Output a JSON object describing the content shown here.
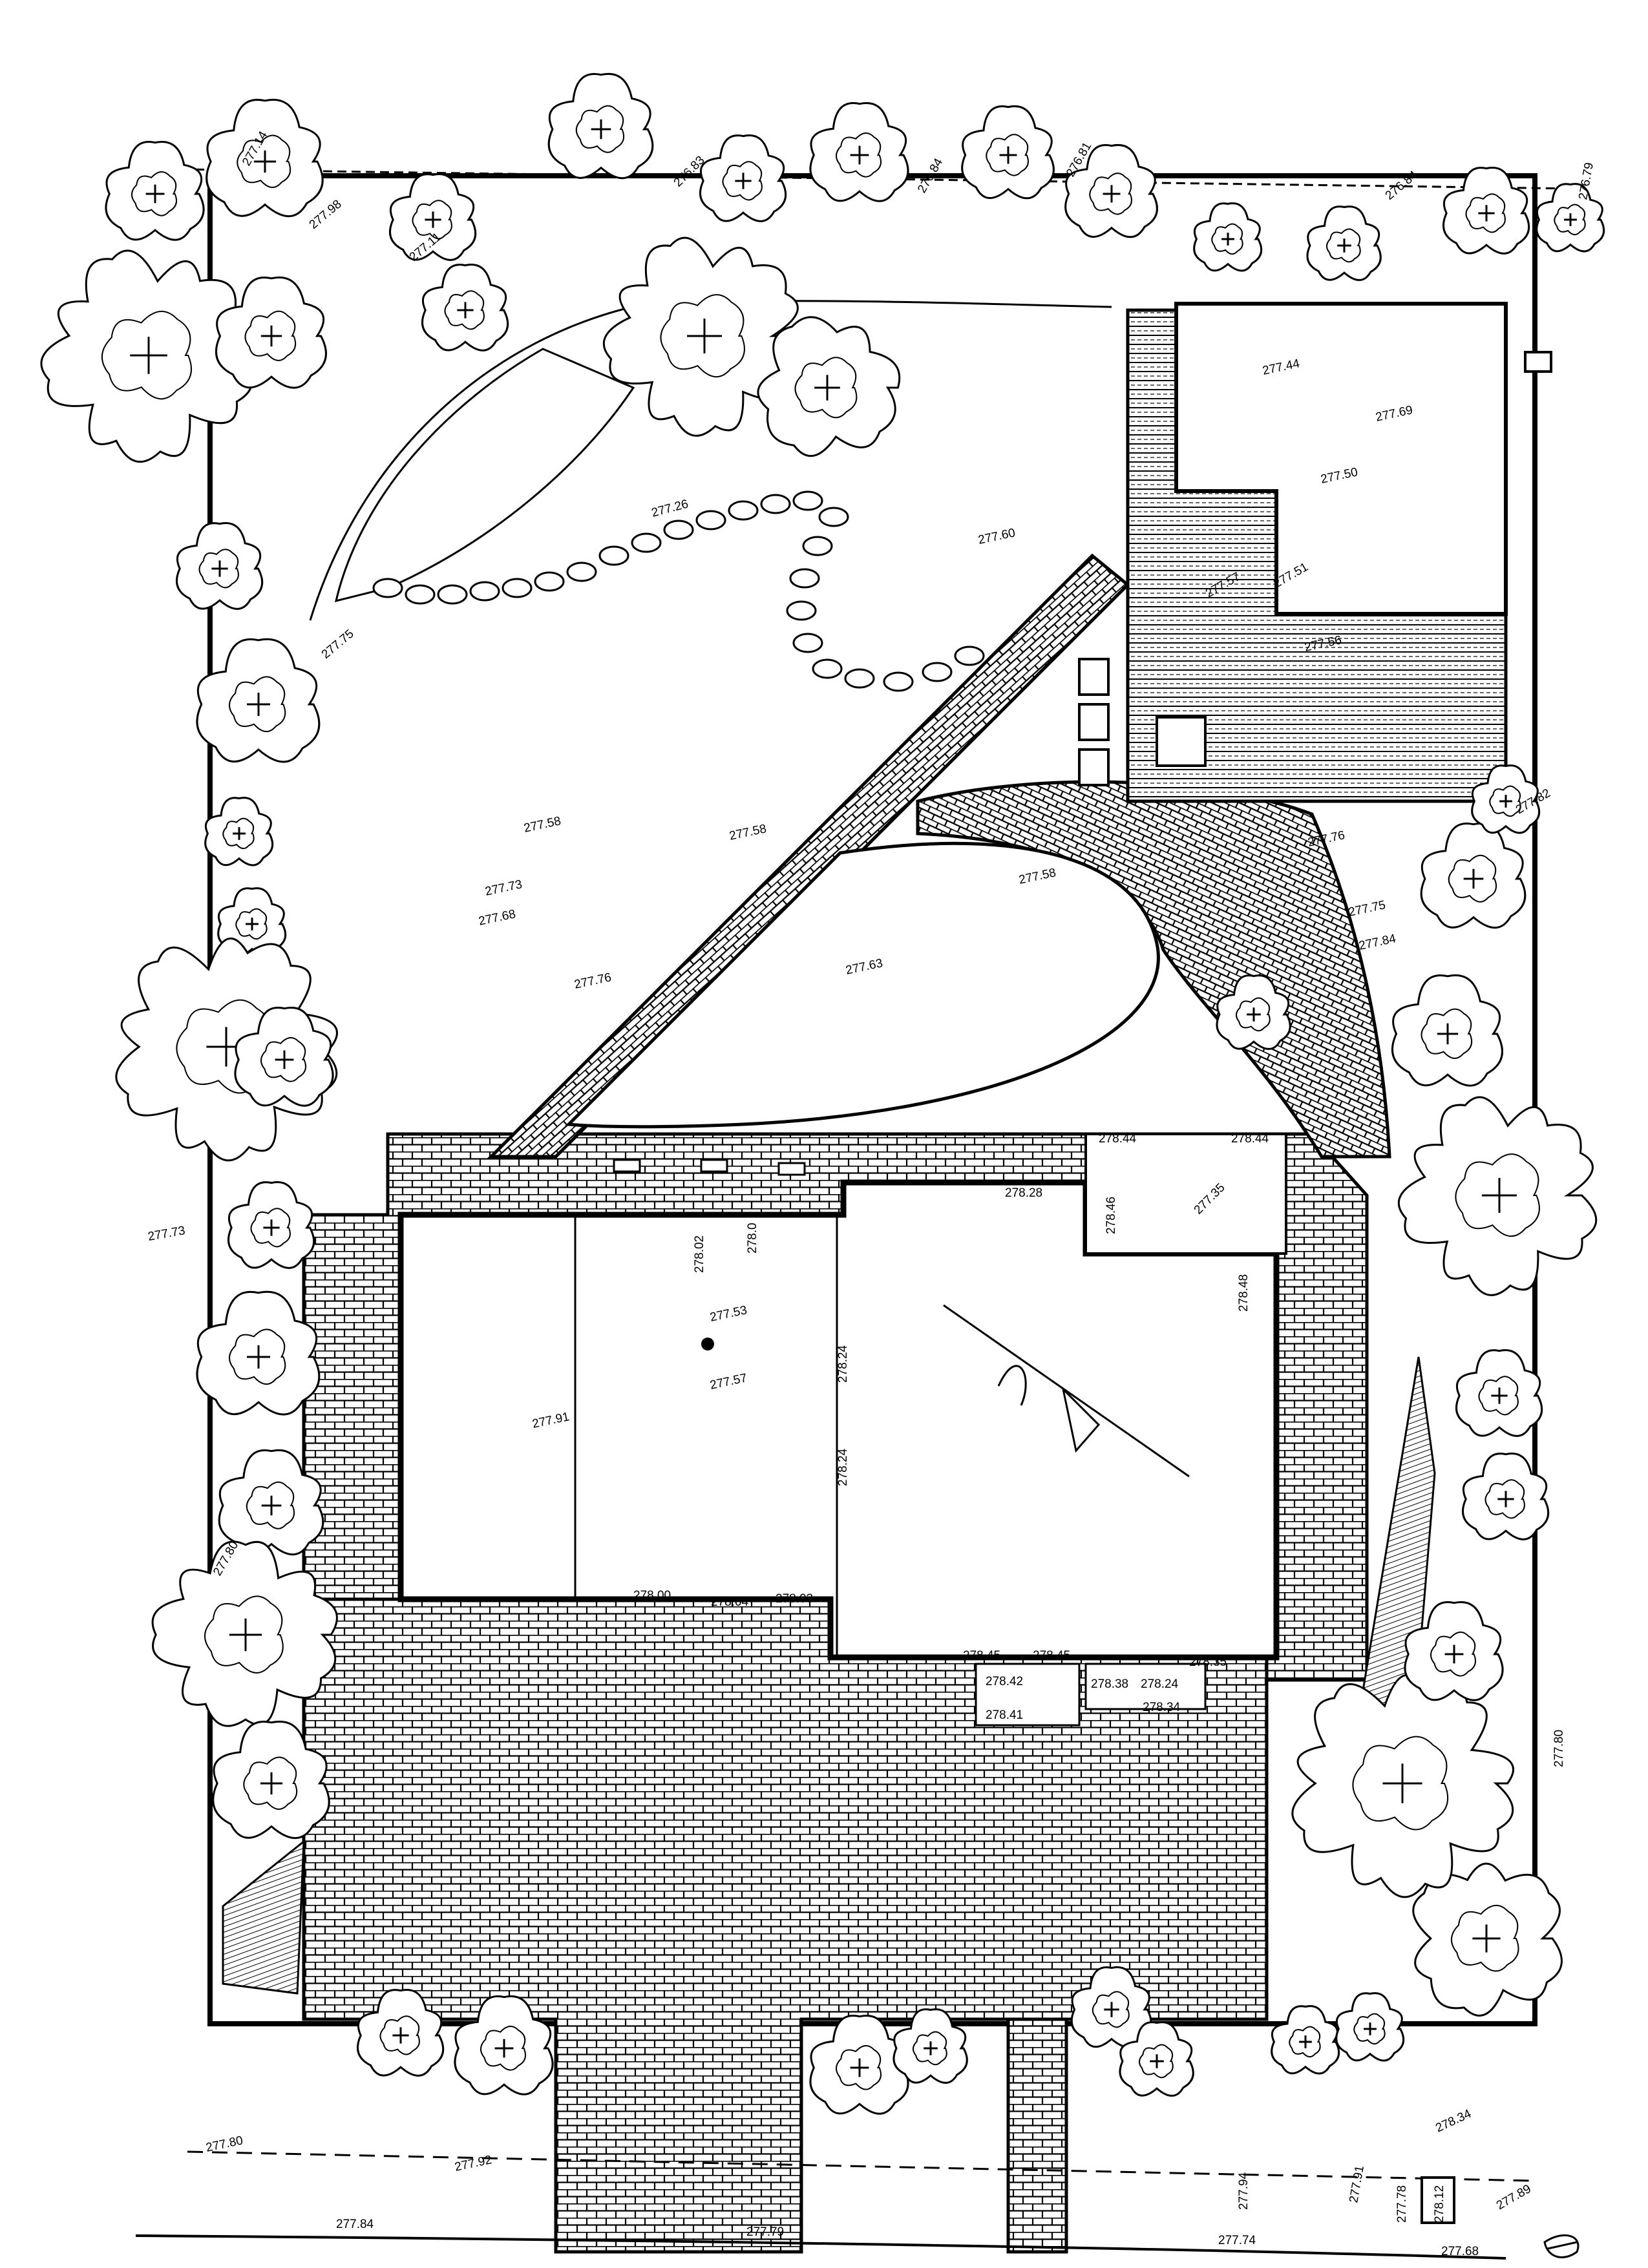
{
  "plan": {
    "elevations": {
      "garden": [
        "277.60",
        "277.58",
        "277.73",
        "277.68",
        "277.76",
        "277.58",
        "277.63",
        "277.58",
        "277.75",
        "277.26"
      ],
      "patio": [
        "277.44",
        "277.69",
        "277.50",
        "277.57",
        "277.51",
        "277.56"
      ],
      "east_lawn": [
        "277.76",
        "277.75",
        "277.84",
        "277.82"
      ],
      "house": [
        "277.53",
        "277.57",
        "277.91",
        "278.24",
        "278.24",
        "278.02",
        "278.0"
      ],
      "house_north": [
        "278.44",
        "278.44",
        "278.46",
        "278.48",
        "278.28"
      ],
      "house_south": [
        "278.00",
        "278.04",
        "278.03",
        "278.45",
        "278.45",
        "278.35",
        "278.42",
        "278.38",
        "278.24",
        "278.41",
        "278.34"
      ],
      "street": [
        "277.84",
        "277.79",
        "277.74",
        "277.68",
        "277.80",
        "277.92",
        "277.94",
        "277.91",
        "277.78",
        "278.12",
        "277.89",
        "278.34"
      ],
      "perimeter": [
        "277.14",
        "277.98",
        "277.11",
        "276.83",
        "276.84",
        "276.81",
        "276.84",
        "276.79",
        "277.35",
        "277.73",
        "277.80",
        "277.80"
      ]
    }
  }
}
